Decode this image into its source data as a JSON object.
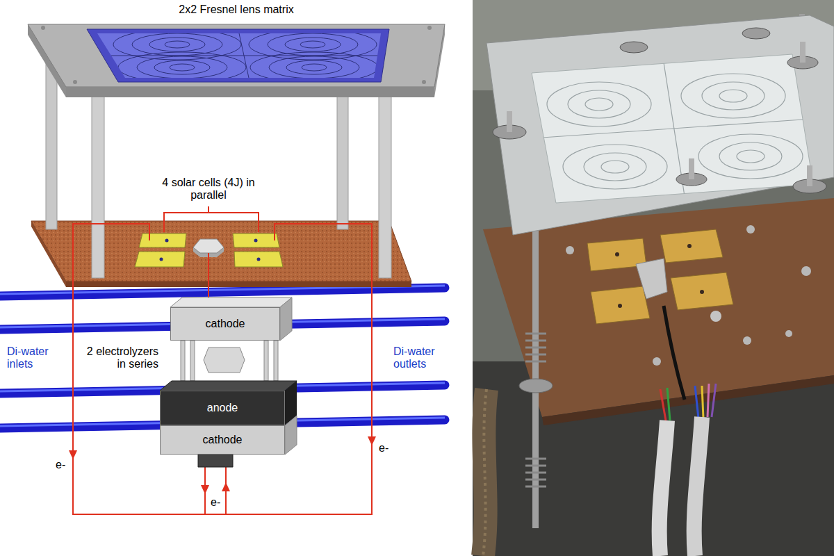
{
  "diagram": {
    "nodes": [
      {
        "text": [
          "cathode"
        ]
      },
      {
        "text": [
          "anode"
        ]
      },
      {
        "text": [
          "cathode"
        ]
      }
    ],
    "labels": [
      "2x2 Fresnel lens matrix",
      "4 solar cells (4J) in parallel",
      "Di-water inlets",
      "Di-water outlets",
      "2 electrolyzers in series",
      "e-",
      "e-",
      "e-"
    ]
  }
}
